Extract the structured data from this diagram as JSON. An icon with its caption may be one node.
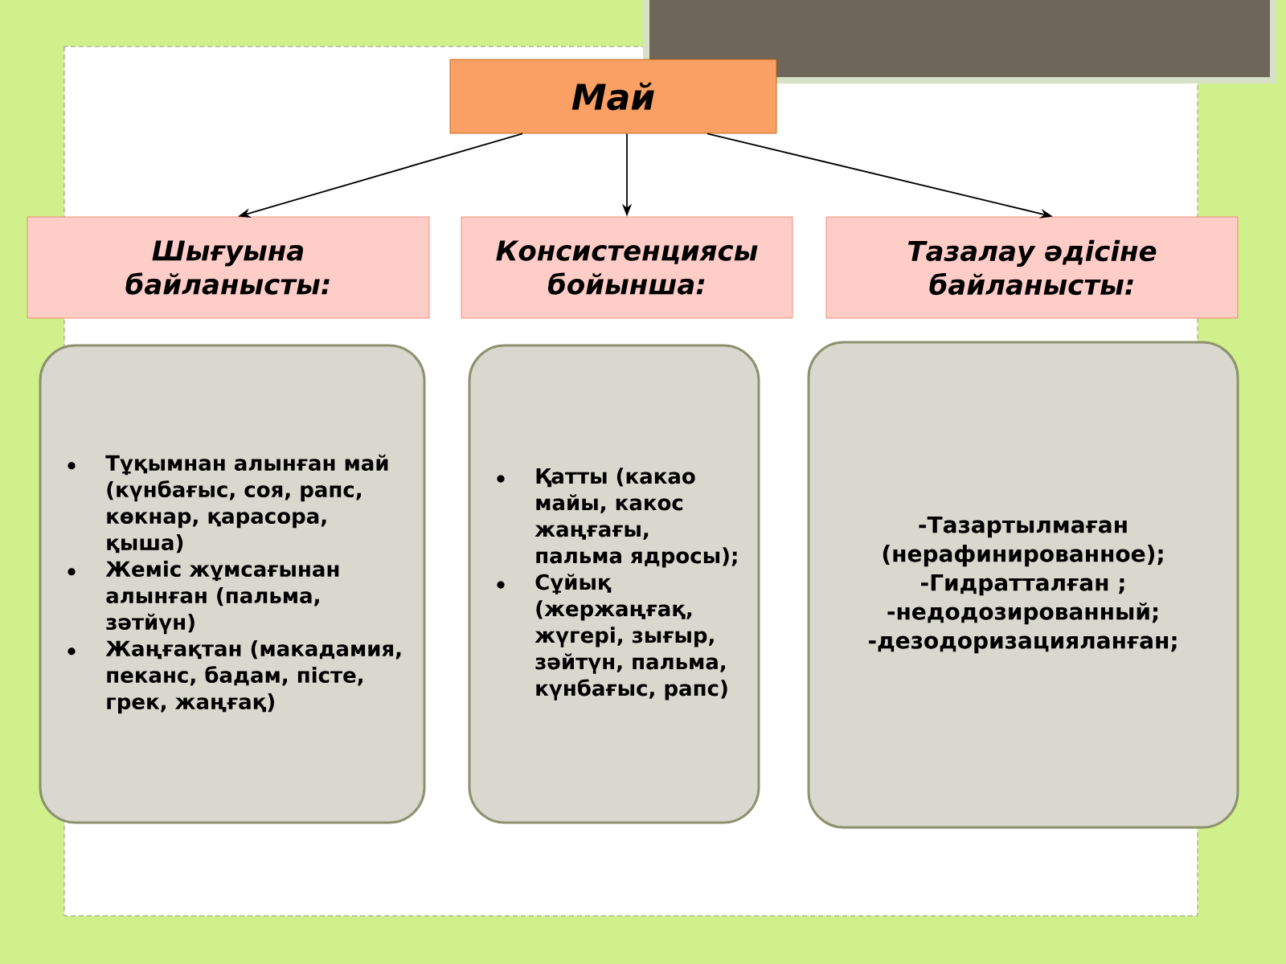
{
  "diagram": {
    "nodes": [
      {
        "text": [
          "Май"
        ]
      },
      {
        "text": [
          "Шығуына байланысты:"
        ]
      },
      {
        "text": [
          "Консистенциясы бойынша:"
        ]
      },
      {
        "text": [
          "Тазалау әдісіне байланысты:"
        ]
      },
      {
        "text": [
          "Тұқымнан алынған май (күнбағыс, соя, рапс, көкнар, қарасора, қыша)",
          "Жеміс жұмсағынан алынған (пальма, зәтйүн)",
          "Жаңғақтан (макадамия, пеканс, бадам, пісте, грек, жаңғақ)"
        ]
      },
      {
        "text": [
          "Қатты (какао майы, какос жаңғағы, пальма ядросы);",
          "Сұйық (жержаңғақ, жүгері, зығыр, зәйтүн, пальма, күнбағыс, рапс)"
        ]
      },
      {
        "text": [
          "-Тазартылмаған (нерафинированное);",
          "-Гидратталған ;",
          "-недодозированный;",
          "-дезодоризацияланған;"
        ]
      }
    ],
    "edges": [
      {
        "from": 0,
        "to": 1,
        "arrow": "to"
      },
      {
        "from": 0,
        "to": 2,
        "arrow": "to"
      },
      {
        "from": 0,
        "to": 3,
        "arrow": "to"
      }
    ]
  }
}
